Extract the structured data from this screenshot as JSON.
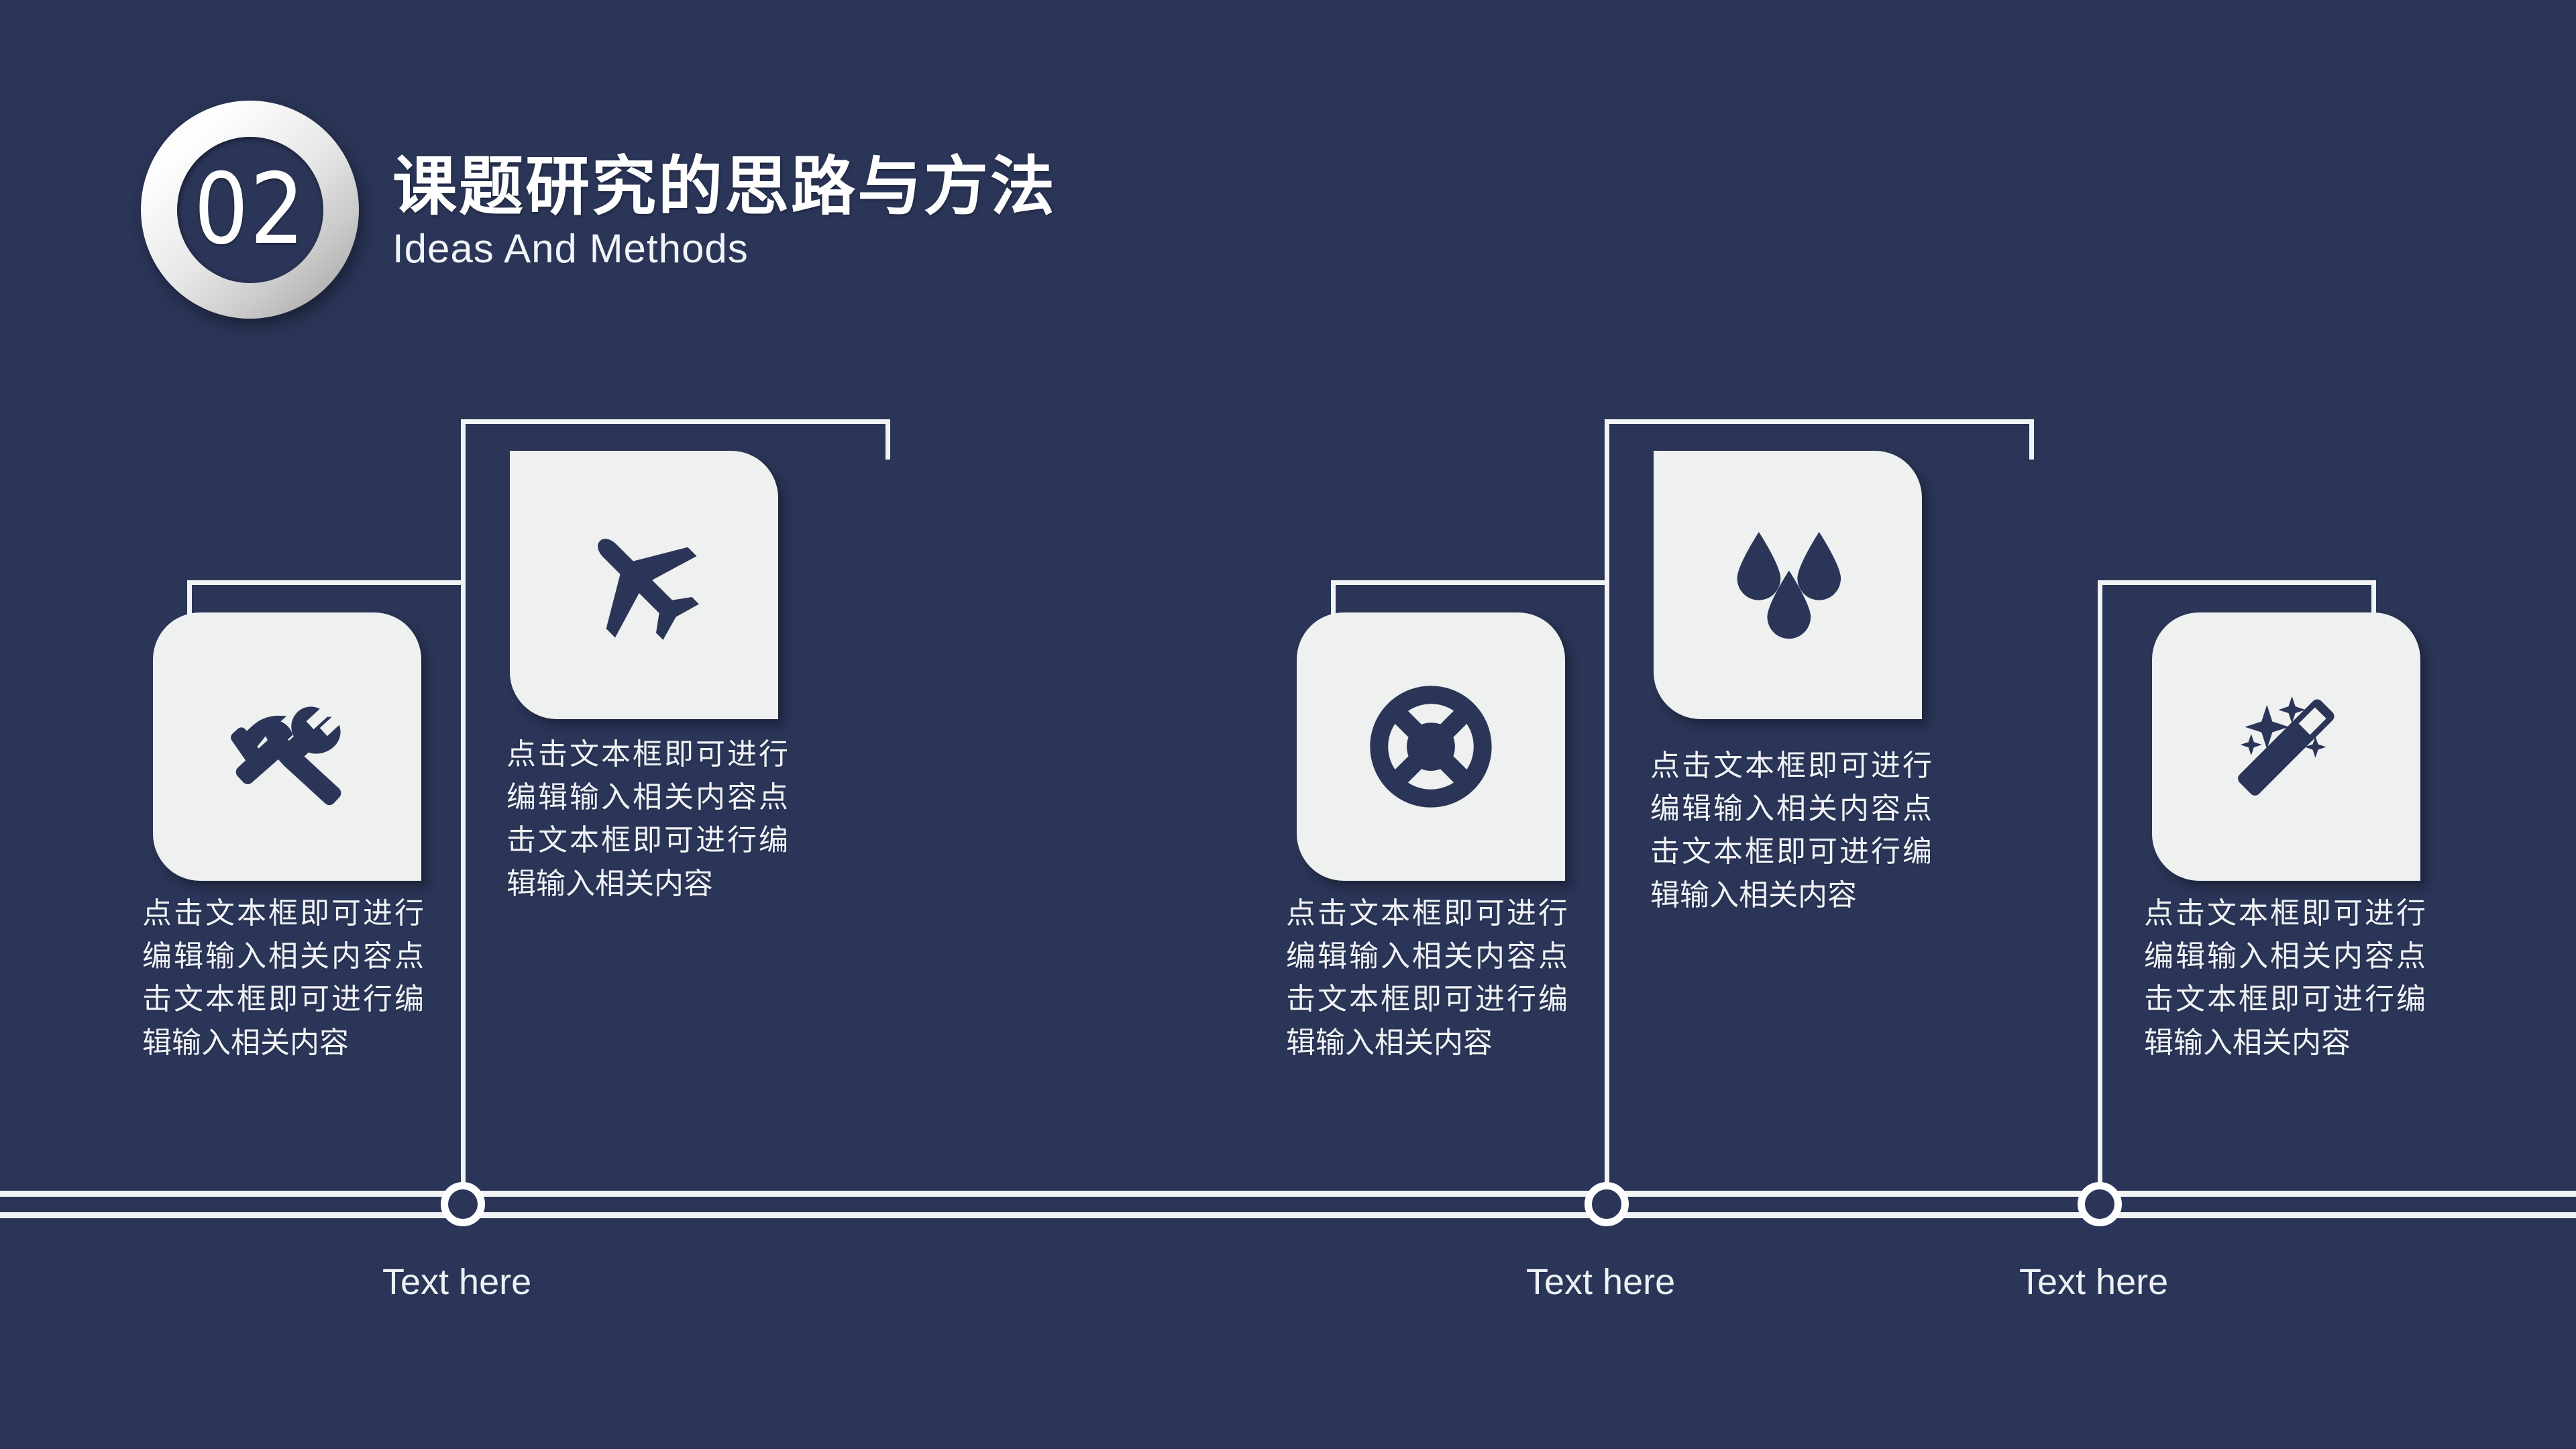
{
  "slide": {
    "background_color": "#2a3557",
    "card_color": "#eff0f0",
    "accent_color": "#f1f3f5",
    "icon_color": "#2a3557"
  },
  "header": {
    "badge_number": "02",
    "title_cn": "课题研究的思路与方法",
    "title_en": "Ideas And Methods"
  },
  "items": [
    {
      "id": "tools",
      "icon": "hammer-wrench-icon",
      "position": "low",
      "text": "点击文本框即可进行编辑输入相关内容点击文本框即可进行编辑输入相关内容"
    },
    {
      "id": "airplane",
      "icon": "airplane-icon",
      "position": "high",
      "text": "点击文本框即可进行编辑输入相关内容点击文本框即可进行编辑输入相关内容"
    },
    {
      "id": "lifering",
      "icon": "life-ring-icon",
      "position": "low",
      "text": "点击文本框即可进行编辑输入相关内容点击文本框即可进行编辑输入相关内容"
    },
    {
      "id": "droplets",
      "icon": "water-drops-icon",
      "position": "high",
      "text": "点击文本框即可进行编辑输入相关内容点击文本框即可进行编辑输入相关内容"
    },
    {
      "id": "wand",
      "icon": "magic-wand-icon",
      "position": "low",
      "text": "点击文本框即可进行编辑输入相关内容点击文本框即可进行编辑输入相关内容"
    }
  ],
  "timeline": {
    "nodes": [
      {
        "label": "Text here"
      },
      {
        "label": "Text here"
      },
      {
        "label": "Text here"
      }
    ]
  }
}
